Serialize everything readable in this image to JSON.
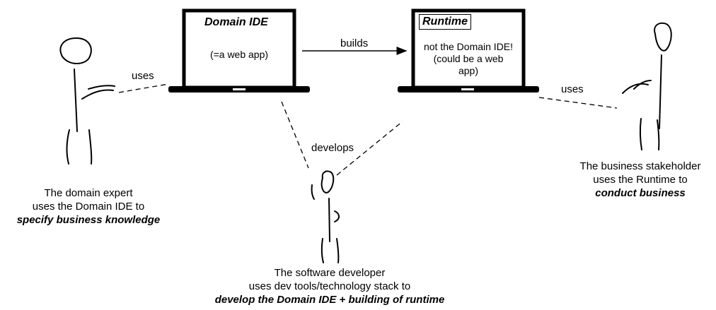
{
  "laptops": {
    "ide": {
      "title": "Domain IDE",
      "text": "(=a web app)"
    },
    "runtime": {
      "title": "Runtime",
      "lines": [
        "not the Domain IDE!",
        "(could be a web",
        "app)"
      ]
    }
  },
  "edges": {
    "builds": "builds",
    "uses_left": "uses",
    "uses_right": "uses",
    "develops": "develops"
  },
  "actors": {
    "domain_expert": {
      "line1": "The domain expert",
      "line2": "uses the Domain IDE to",
      "line3": "specify business knowledge"
    },
    "developer": {
      "line1": "The software developer",
      "line2": "uses dev tools/technology stack to",
      "line3": "develop the Domain IDE + building of runtime"
    },
    "stakeholder": {
      "line1": "The business stakeholder",
      "line2": "uses the Runtime to",
      "line3": "conduct business"
    }
  },
  "colors": {
    "ink": "#000000",
    "background": "#ffffff"
  }
}
